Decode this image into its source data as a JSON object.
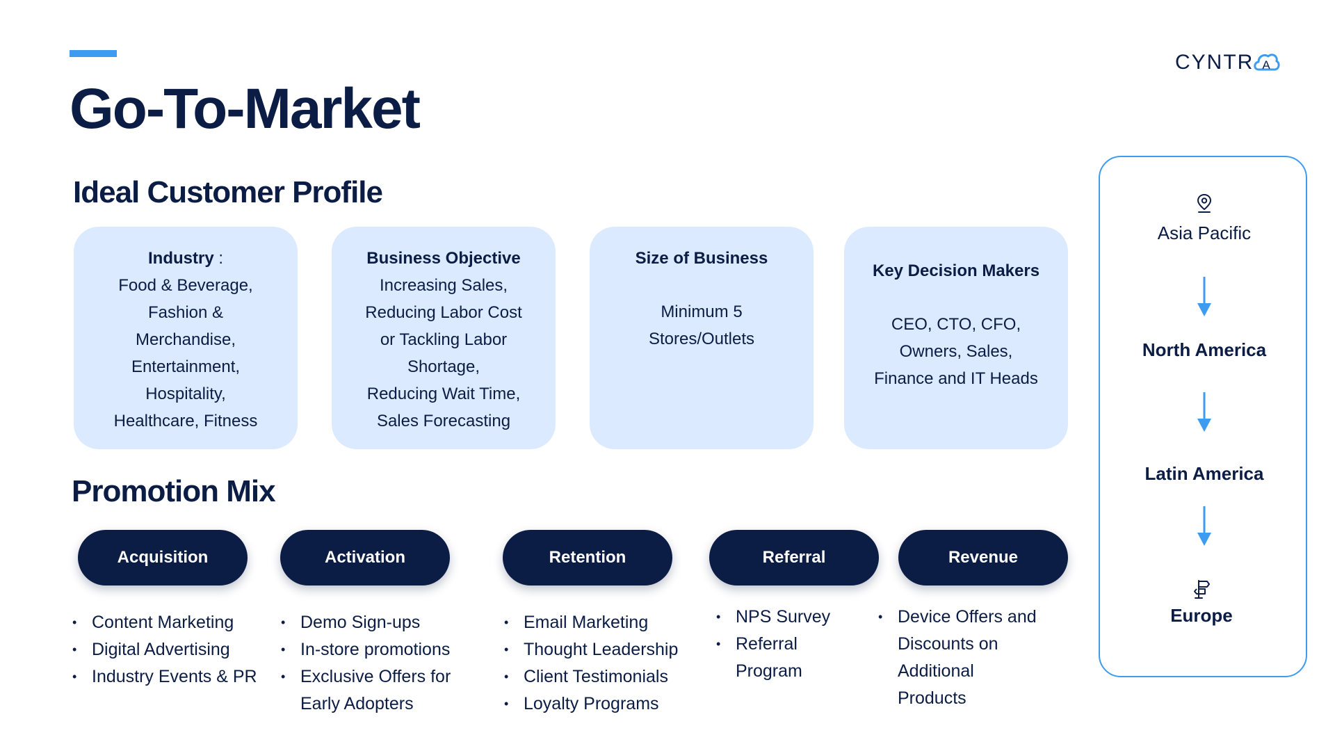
{
  "title": "Go-To-Market",
  "brand": {
    "logo_text": "CYNTR",
    "logo_mark_letter": "A",
    "accent": "#3d9bf0",
    "navy": "#0b1c45"
  },
  "icp": {
    "heading": "Ideal Customer Profile",
    "cards": [
      {
        "title": "Industry",
        "title_suffix": " :",
        "body": "Food & Beverage,\nFashion &\nMerchandise,\nEntertainment,\nHospitality,\nHealthcare, Fitness"
      },
      {
        "title": "Business Objective",
        "body": "Increasing Sales,\nReducing Labor Cost\nor Tackling Labor\nShortage,\nReducing Wait Time,\nSales Forecasting"
      },
      {
        "title": "Size of Business",
        "body": "Minimum 5\nStores/Outlets"
      },
      {
        "title": "Key Decision Makers",
        "body": "CEO, CTO, CFO,\nOwners, Sales,\nFinance and IT Heads"
      }
    ]
  },
  "promotion": {
    "heading": "Promotion Mix",
    "stages": [
      {
        "label": "Acquisition",
        "items": [
          "Content Marketing",
          "Digital Advertising",
          "Industry Events & PR"
        ]
      },
      {
        "label": "Activation",
        "items": [
          "Demo Sign-ups",
          "In-store promotions",
          "Exclusive Offers for\nEarly Adopters"
        ]
      },
      {
        "label": "Retention",
        "items": [
          "Email Marketing",
          "Thought Leadership",
          "Client Testimonials",
          "Loyalty Programs"
        ]
      },
      {
        "label": "Referral",
        "items": [
          "NPS Survey",
          "Referral\nProgram"
        ]
      },
      {
        "label": "Revenue",
        "items": [
          "Device Offers and\nDiscounts on\nAdditional\nProducts"
        ]
      }
    ]
  },
  "regions": {
    "items": [
      "Asia Pacific",
      "North America",
      "Latin America",
      "Europe"
    ],
    "icons": [
      "map-pin-icon",
      "arrow-down-icon",
      "arrow-down-icon",
      "arrow-down-icon",
      "signpost-icon"
    ]
  }
}
